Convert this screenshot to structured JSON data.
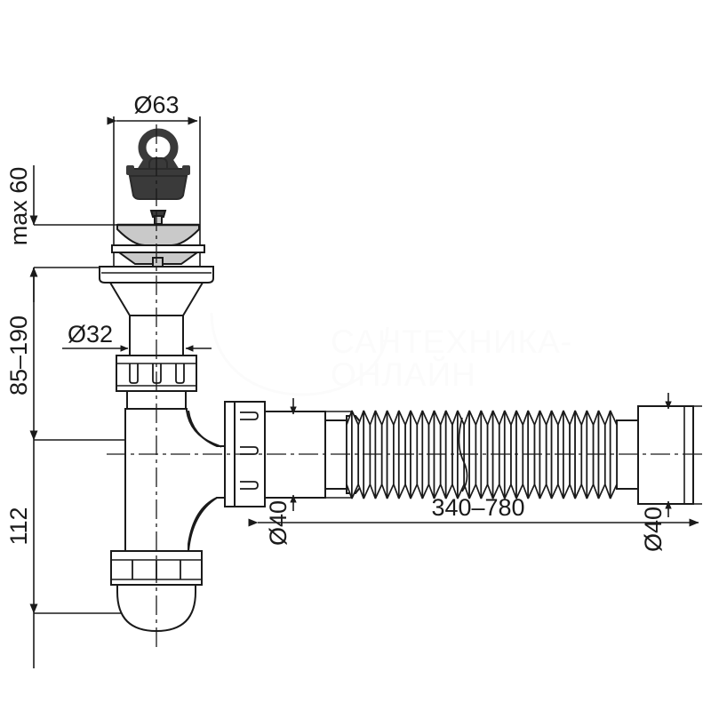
{
  "drawing": {
    "title": "Bottle trap with flexible hose - technical dimension drawing",
    "background_color": "#ffffff",
    "line_color": "#1a1a1a",
    "fill_light": "#ffffff",
    "fill_grey": "#c9c9c9",
    "fill_dark": "#3a3a3a",
    "watermark_color": "#fbfbfb"
  },
  "watermark": {
    "line1": "САНТЕХНИКА-",
    "line2": "ОНЛАЙН"
  },
  "dimensions": {
    "diameter_strainer": "Ø63",
    "max_height": "max 60",
    "adjust_range": "85–190",
    "depth": "112",
    "diameter_inlet": "Ø32",
    "diameter_outlet_left": "Ø40",
    "diameter_outlet_right": "Ø40",
    "hose_length": "340–780"
  }
}
